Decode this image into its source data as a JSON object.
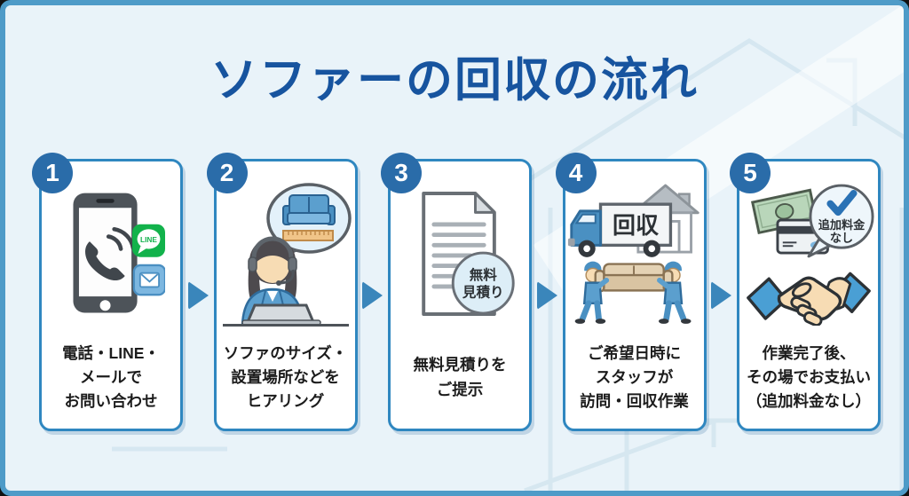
{
  "title": "ソファーの回収の流れ",
  "steps": [
    {
      "number": "1",
      "caption": "電話・LINE・\nメールで\nお問い合わせ",
      "line_label": "LINE"
    },
    {
      "number": "2",
      "caption": "ソファのサイズ・\n設置場所などを\nヒアリング"
    },
    {
      "number": "3",
      "caption": "無料見積りを\nご提示",
      "stamp_line1": "無料",
      "stamp_line2": "見積り"
    },
    {
      "number": "4",
      "caption": "ご希望日時に\nスタッフが\n訪問・回収作業",
      "truck_label": "回収"
    },
    {
      "number": "5",
      "caption": "作業完了後、\nその場でお支払い\n（追加料金なし）",
      "bubble_line1": "追加料金",
      "bubble_line2": "なし"
    }
  ],
  "colors": {
    "title_blue": "#17549f",
    "card_border": "#2f87c0",
    "badge_bg": "#2a6ca9",
    "arrow": "#3a86bb",
    "panel_border": "#4e9bc8",
    "panel_bg": "#e9f3f9",
    "line_green": "#12b24b"
  }
}
